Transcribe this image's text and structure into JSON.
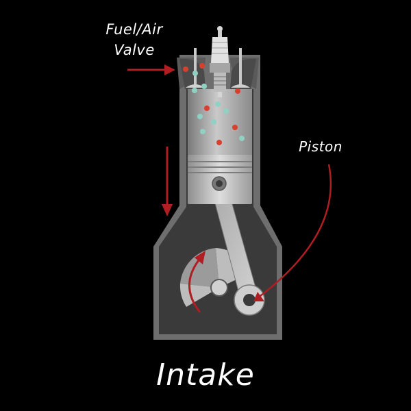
{
  "labels": {
    "valve_line1": "Fuel/Air",
    "valve_line2": "Valve",
    "piston": "Piston",
    "title": "Intake"
  },
  "colors": {
    "background": "#000000",
    "arrow": "#b01e23",
    "casing": "#6e6e6e",
    "chamber_dark": "#3a3a3a",
    "metal": "#b3b3b3",
    "fuel_particle": "#d8402d",
    "air_particle": "#8fd1c2"
  },
  "icons": {
    "spark_plug": "spark-plug-icon",
    "piston": "piston-icon",
    "connecting_rod": "connecting-rod-icon",
    "crankshaft": "crankshaft-icon"
  }
}
